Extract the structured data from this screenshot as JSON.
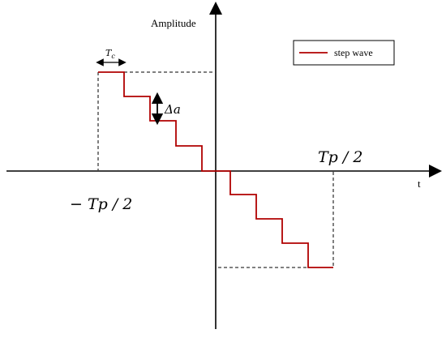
{
  "axes": {
    "y_label": "Amplitude",
    "x_label": "t"
  },
  "labels": {
    "tc": "T",
    "tc_sub": "c",
    "delta_a": "Δa",
    "neg_half": "− Tp / 2",
    "pos_half": "Tp / 2"
  },
  "legend": {
    "entry": "step wave",
    "line_color": "#b00000"
  },
  "colors": {
    "wave": "#b00000",
    "axis": "#000000"
  }
}
